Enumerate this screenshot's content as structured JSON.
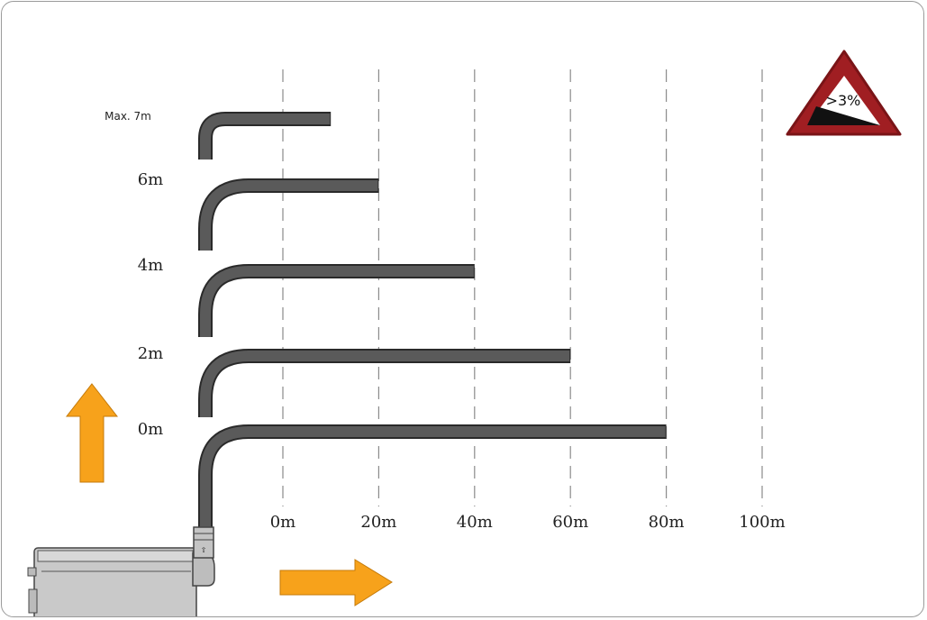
{
  "title": "",
  "slope_sign": {
    "label": ">3%",
    "icon": "slope-warning-icon"
  },
  "height_labels": [
    "Max. 7m",
    "6m",
    "4m",
    "2m",
    "0m"
  ],
  "distance_labels": [
    "0m",
    "20m",
    "40m",
    "60m",
    "80m",
    "100m"
  ],
  "colors": {
    "pipe": "#5a5a5a",
    "arrow": "#f7a21b",
    "sign_red": "#a01e22",
    "grid": "#8a8a8a",
    "pump_body": "#c9c9c9"
  },
  "chart_data": {
    "type": "diagram",
    "description_units": "max horizontal run (m) per vertical lift (m)",
    "points": [
      {
        "height_m": 7,
        "distance_m": 10
      },
      {
        "height_m": 6,
        "distance_m": 20
      },
      {
        "height_m": 4,
        "distance_m": 40
      },
      {
        "height_m": 2,
        "distance_m": 60
      },
      {
        "height_m": 0,
        "distance_m": 80
      }
    ],
    "x_ticks": [
      0,
      20,
      40,
      60,
      80,
      100
    ]
  }
}
